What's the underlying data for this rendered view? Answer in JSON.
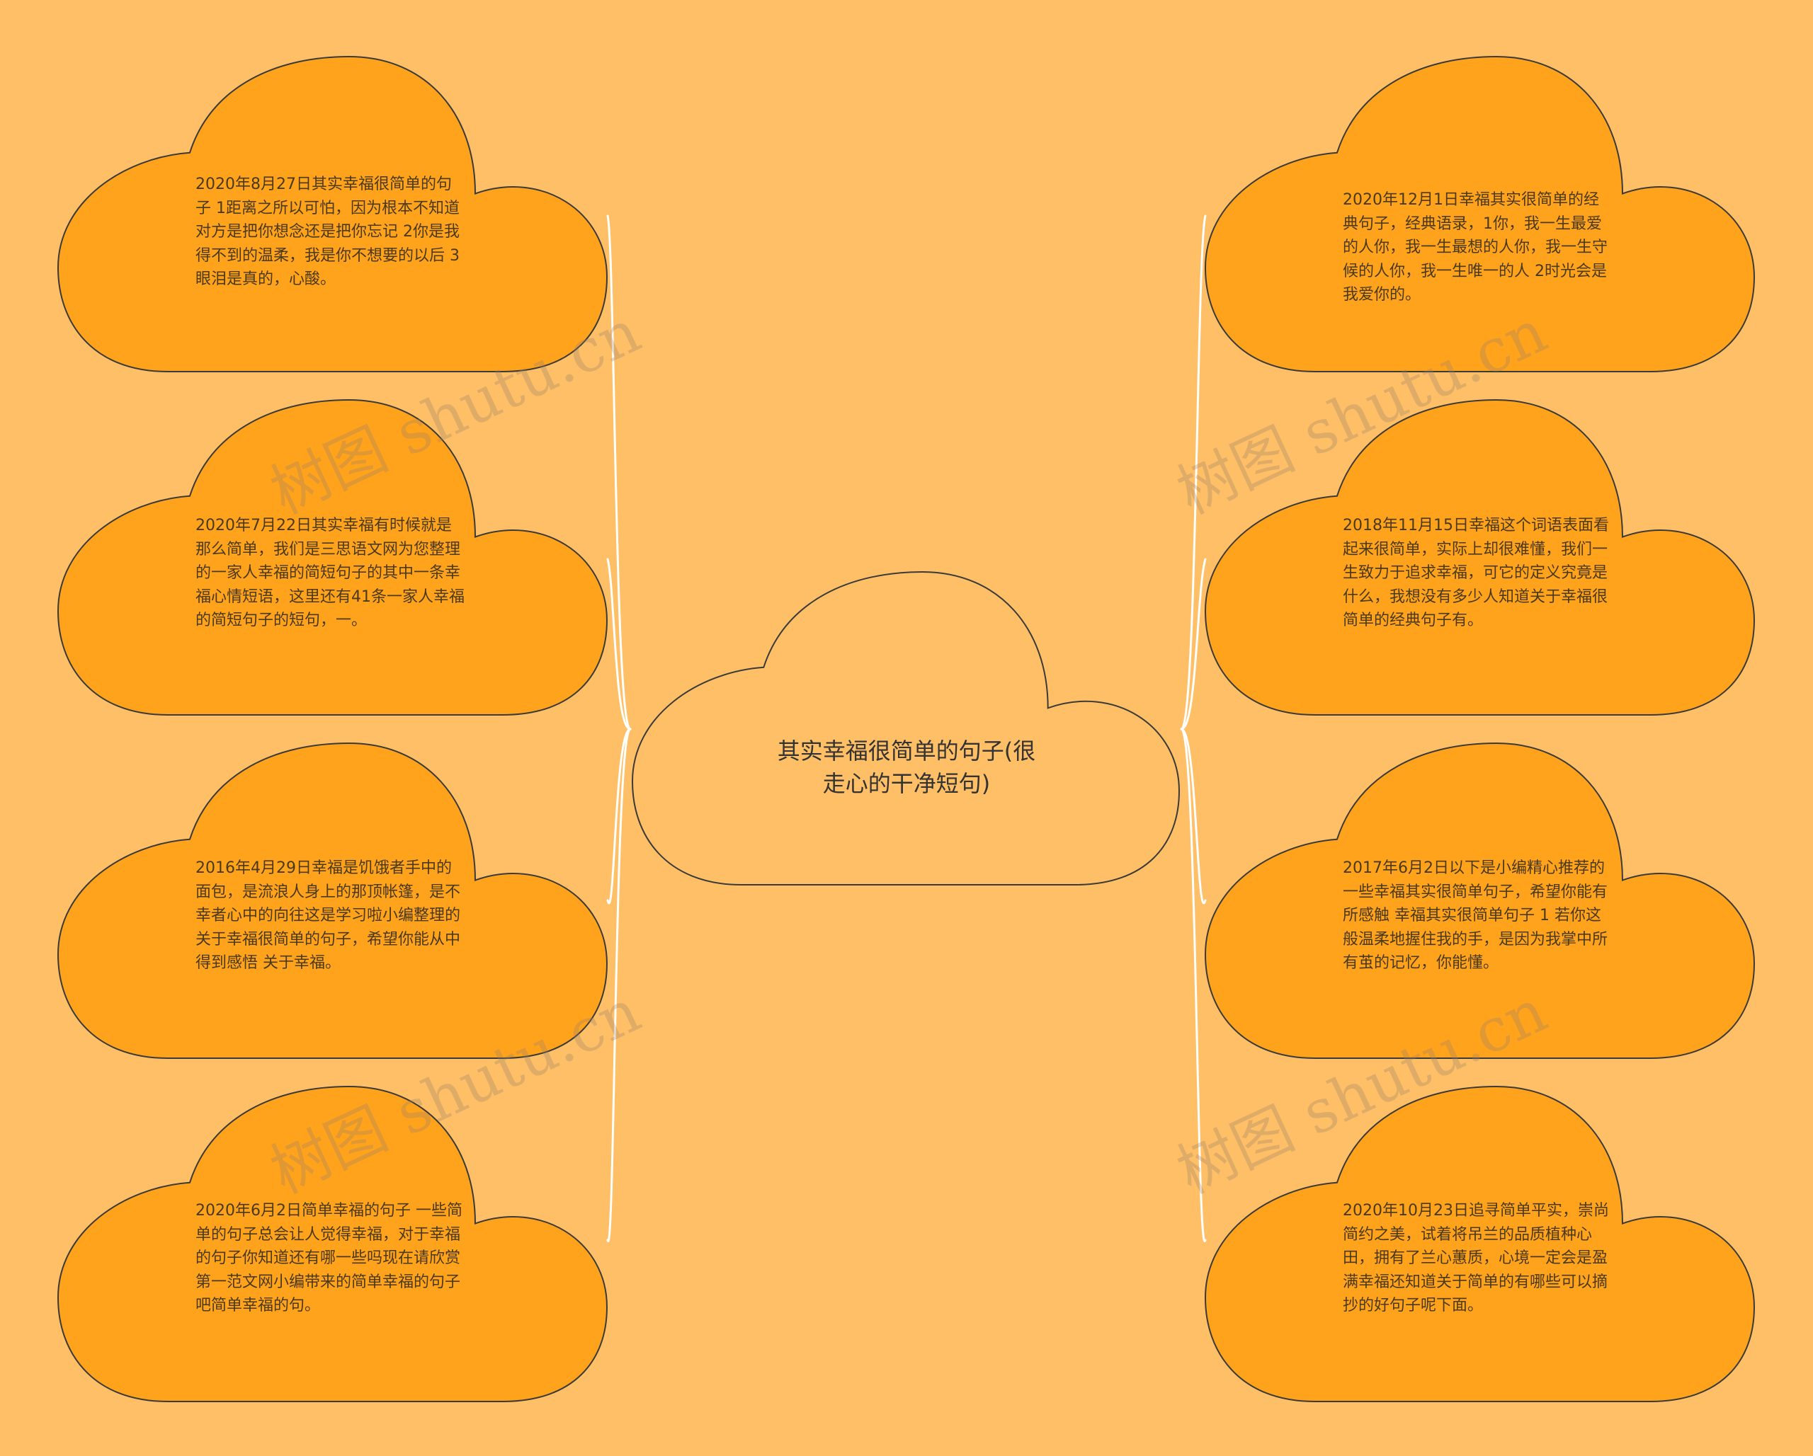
{
  "colors": {
    "background": "#ffbf66",
    "leaf_fill": "#ffa21c",
    "root_fill": "#ffbf66",
    "outline": "#3a3a3a",
    "connector": "#ffffff"
  },
  "root": {
    "text": "其实幸福很简单的句子(很走心的干净短句)"
  },
  "left_nodes": [
    {
      "text": "2020年8月27日其实幸福很简单的句子 1距离之所以可怕，因为根本不知道对方是把你想念还是把你忘记 2你是我得不到的温柔，我是你不想要的以后 3眼泪是真的，心酸。"
    },
    {
      "text": "2020年7月22日其实幸福有时候就是那么简单，我们是三思语文网为您整理的一家人幸福的简短句子的其中一条幸福心情短语，这里还有41条一家人幸福的简短句子的短句，一。"
    },
    {
      "text": "2016年4月29日幸福是饥饿者手中的面包，是流浪人身上的那顶帐篷，是不幸者心中的向往这是学习啦小编整理的关于幸福很简单的句子，希望你能从中得到感悟 关于幸福。"
    },
    {
      "text": "2020年6月2日简单幸福的句子 一些简单的句子总会让人觉得幸福，对于幸福的句子你知道还有哪一些吗现在请欣赏第一范文网小编带来的简单幸福的句子吧简单幸福的句。"
    }
  ],
  "right_nodes": [
    {
      "text": "2020年12月1日幸福其实很简单的经典句子，经典语录，1你，我一生最爱的人你，我一生最想的人你，我一生守候的人你，我一生唯一的人 2时光会是我爱你的。"
    },
    {
      "text": "2018年11月15日幸福这个词语表面看起来很简单，实际上却很难懂，我们一生致力于追求幸福，可它的定义究竟是什么，我想没有多少人知道关于幸福很简单的经典句子有。"
    },
    {
      "text": "2017年6月2日以下是小编精心推荐的一些幸福其实很简单句子，希望你能有所感触 幸福其实很简单句子 1 若你这般温柔地握住我的手，是因为我掌中所有茧的记忆，你能懂。"
    },
    {
      "text": "2020年10月23日追寻简单平实，崇尚简约之美，试着将吊兰的品质植种心田，拥有了兰心蕙质，心境一定会是盈满幸福还知道关于简单的有哪些可以摘抄的好句子呢下面。"
    }
  ],
  "watermark": {
    "text": "树图 shutu.cn"
  }
}
